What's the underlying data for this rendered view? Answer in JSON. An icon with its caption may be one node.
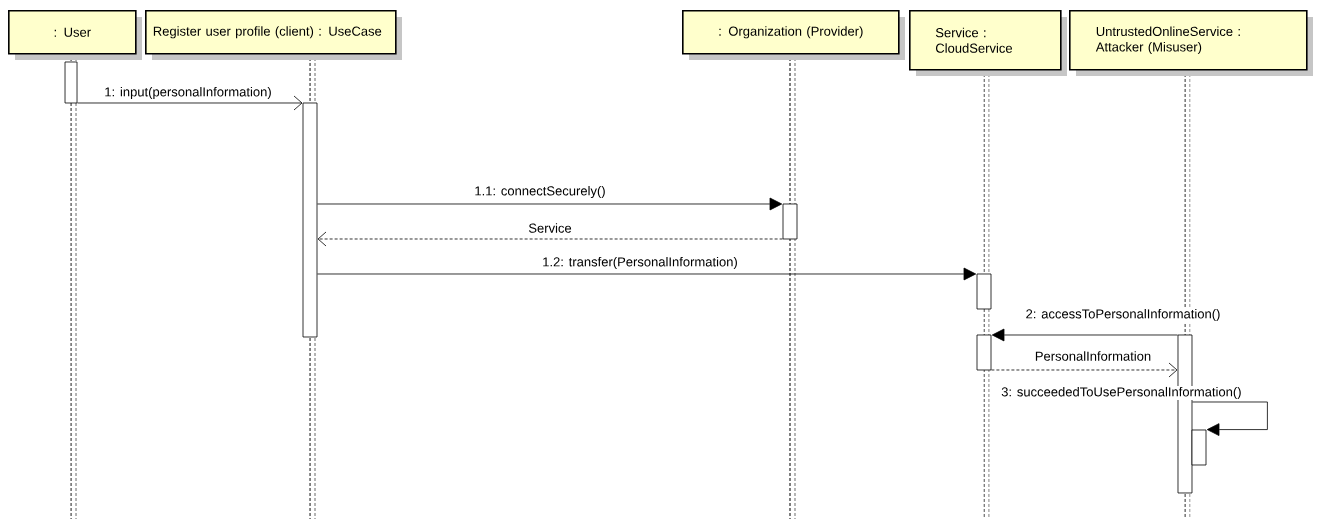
{
  "diagram": {
    "nodes": [
      {
        "text": [
          ": User"
        ]
      },
      {
        "text": [
          "Register user profile (client) : UseCase"
        ]
      },
      {
        "text": [
          ": Organization (Provider)"
        ]
      },
      {
        "text": [
          "Service : CloudService"
        ]
      },
      {
        "text": [
          "UntrustedOnlineService : Attacker (Misuser)"
        ]
      },
      {
        "text": [],
        "shape": "bar"
      },
      {
        "text": [],
        "shape": "bar"
      },
      {
        "text": [],
        "shape": "bar"
      },
      {
        "text": [],
        "shape": "bar"
      },
      {
        "text": [],
        "shape": "bar"
      },
      {
        "text": [],
        "shape": "bar"
      },
      {
        "text": [],
        "shape": "bar"
      }
    ],
    "edges": [
      {
        "from": 5,
        "to": 6,
        "arrow": "to",
        "label": "1: input(personalInformation)"
      },
      {
        "from": 6,
        "to": 7,
        "arrow": "to",
        "label": "1.1: connectSecurely()"
      },
      {
        "from": 7,
        "to": 6,
        "arrow": "to",
        "label": "Service",
        "style": "dashed"
      },
      {
        "from": 6,
        "to": 8,
        "arrow": "to",
        "label": "1.2: transfer(PersonalInformation)"
      },
      {
        "from": 10,
        "to": 9,
        "arrow": "to",
        "label": "2: accessToPersonalInformation()"
      },
      {
        "from": 9,
        "to": 10,
        "arrow": "to",
        "label": "PersonalInformation",
        "style": "dashed"
      },
      {
        "from": 10,
        "to": 11,
        "arrow": "to",
        "label": "3: succeededToUsePersonalInformation()"
      }
    ]
  }
}
